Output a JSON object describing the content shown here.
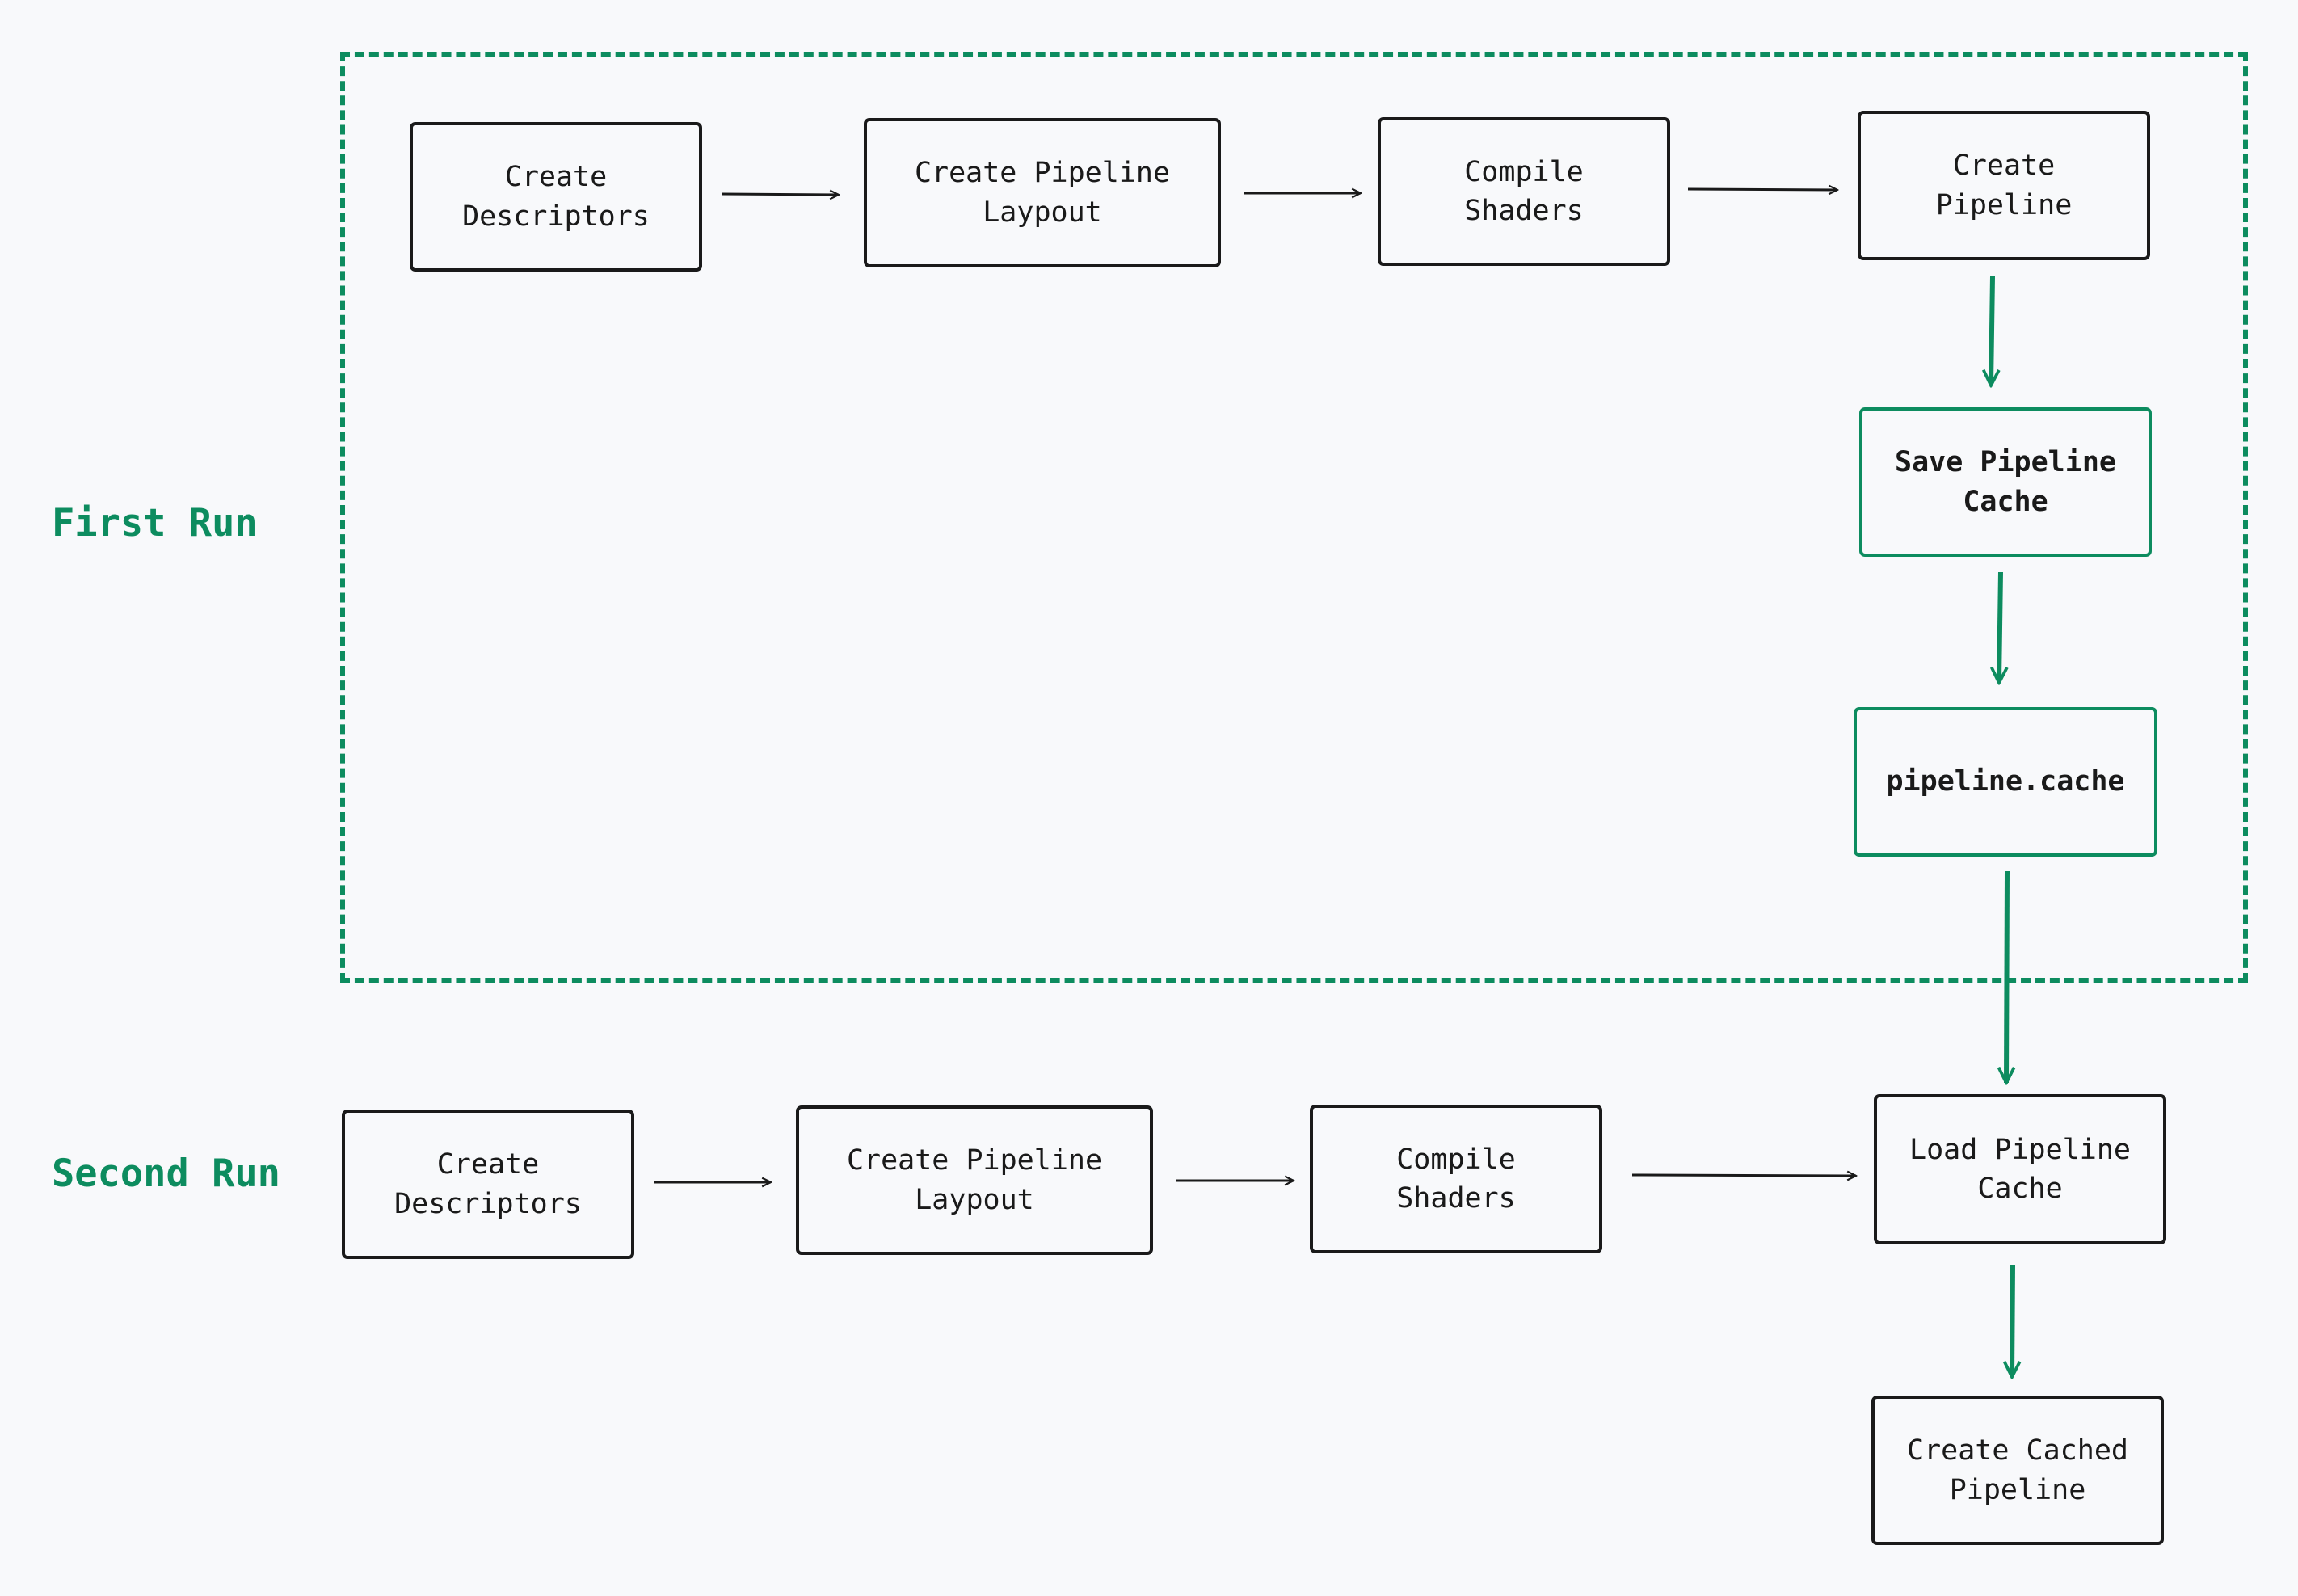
{
  "colors": {
    "accent": "#0d8c5f",
    "ink": "#1a1a1a",
    "background": "#f8f9fb"
  },
  "labels": {
    "first_run": "First Run",
    "second_run": "Second Run"
  },
  "first_run": {
    "create_descriptors": "Create\nDescriptors",
    "create_pipeline_layout": "Create Pipeline\nLaypout",
    "compile_shaders": "Compile\nShaders",
    "create_pipeline": "Create\nPipeline",
    "save_pipeline_cache": "Save Pipeline\nCache",
    "pipeline_cache_file": "pipeline.cache"
  },
  "second_run": {
    "create_descriptors": "Create\nDescriptors",
    "create_pipeline_layout": "Create Pipeline\nLaypout",
    "compile_shaders": "Compile\nShaders",
    "load_pipeline_cache": "Load Pipeline\nCache",
    "create_cached_pipeline": "Create Cached\nPipeline"
  }
}
